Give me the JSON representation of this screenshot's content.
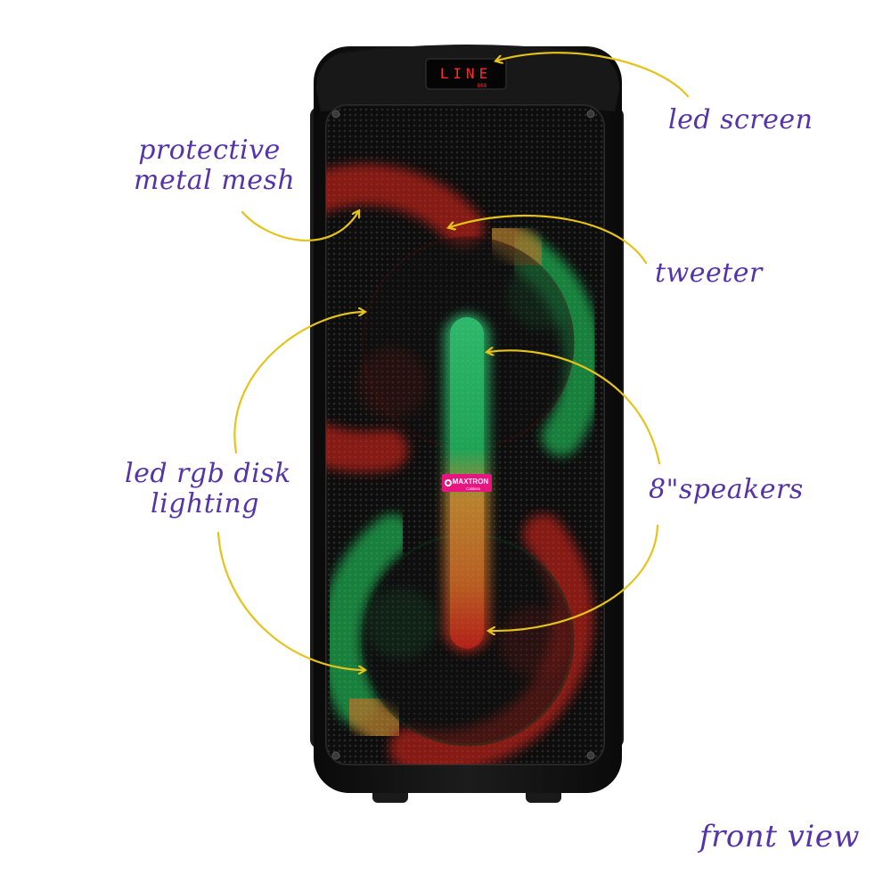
{
  "labels": {
    "led_screen": "led screen",
    "protective_mesh": [
      "protective",
      "metal mesh"
    ],
    "tweeter": "tweeter",
    "led_rgb": [
      "led rgb disk",
      "lighting"
    ],
    "speakers": "8\"speakers",
    "front_view": "front view"
  },
  "display": {
    "text": "LINE",
    "sub": "888"
  },
  "badge": {
    "brand": "MAXTRON",
    "sub": "Caldera"
  },
  "colors": {
    "label_text": "#5533aa",
    "arrow": "#e5c31a",
    "body": "#141414",
    "led_red": "#e8261c",
    "led_green": "#22d160",
    "badge": "#e6157f"
  }
}
